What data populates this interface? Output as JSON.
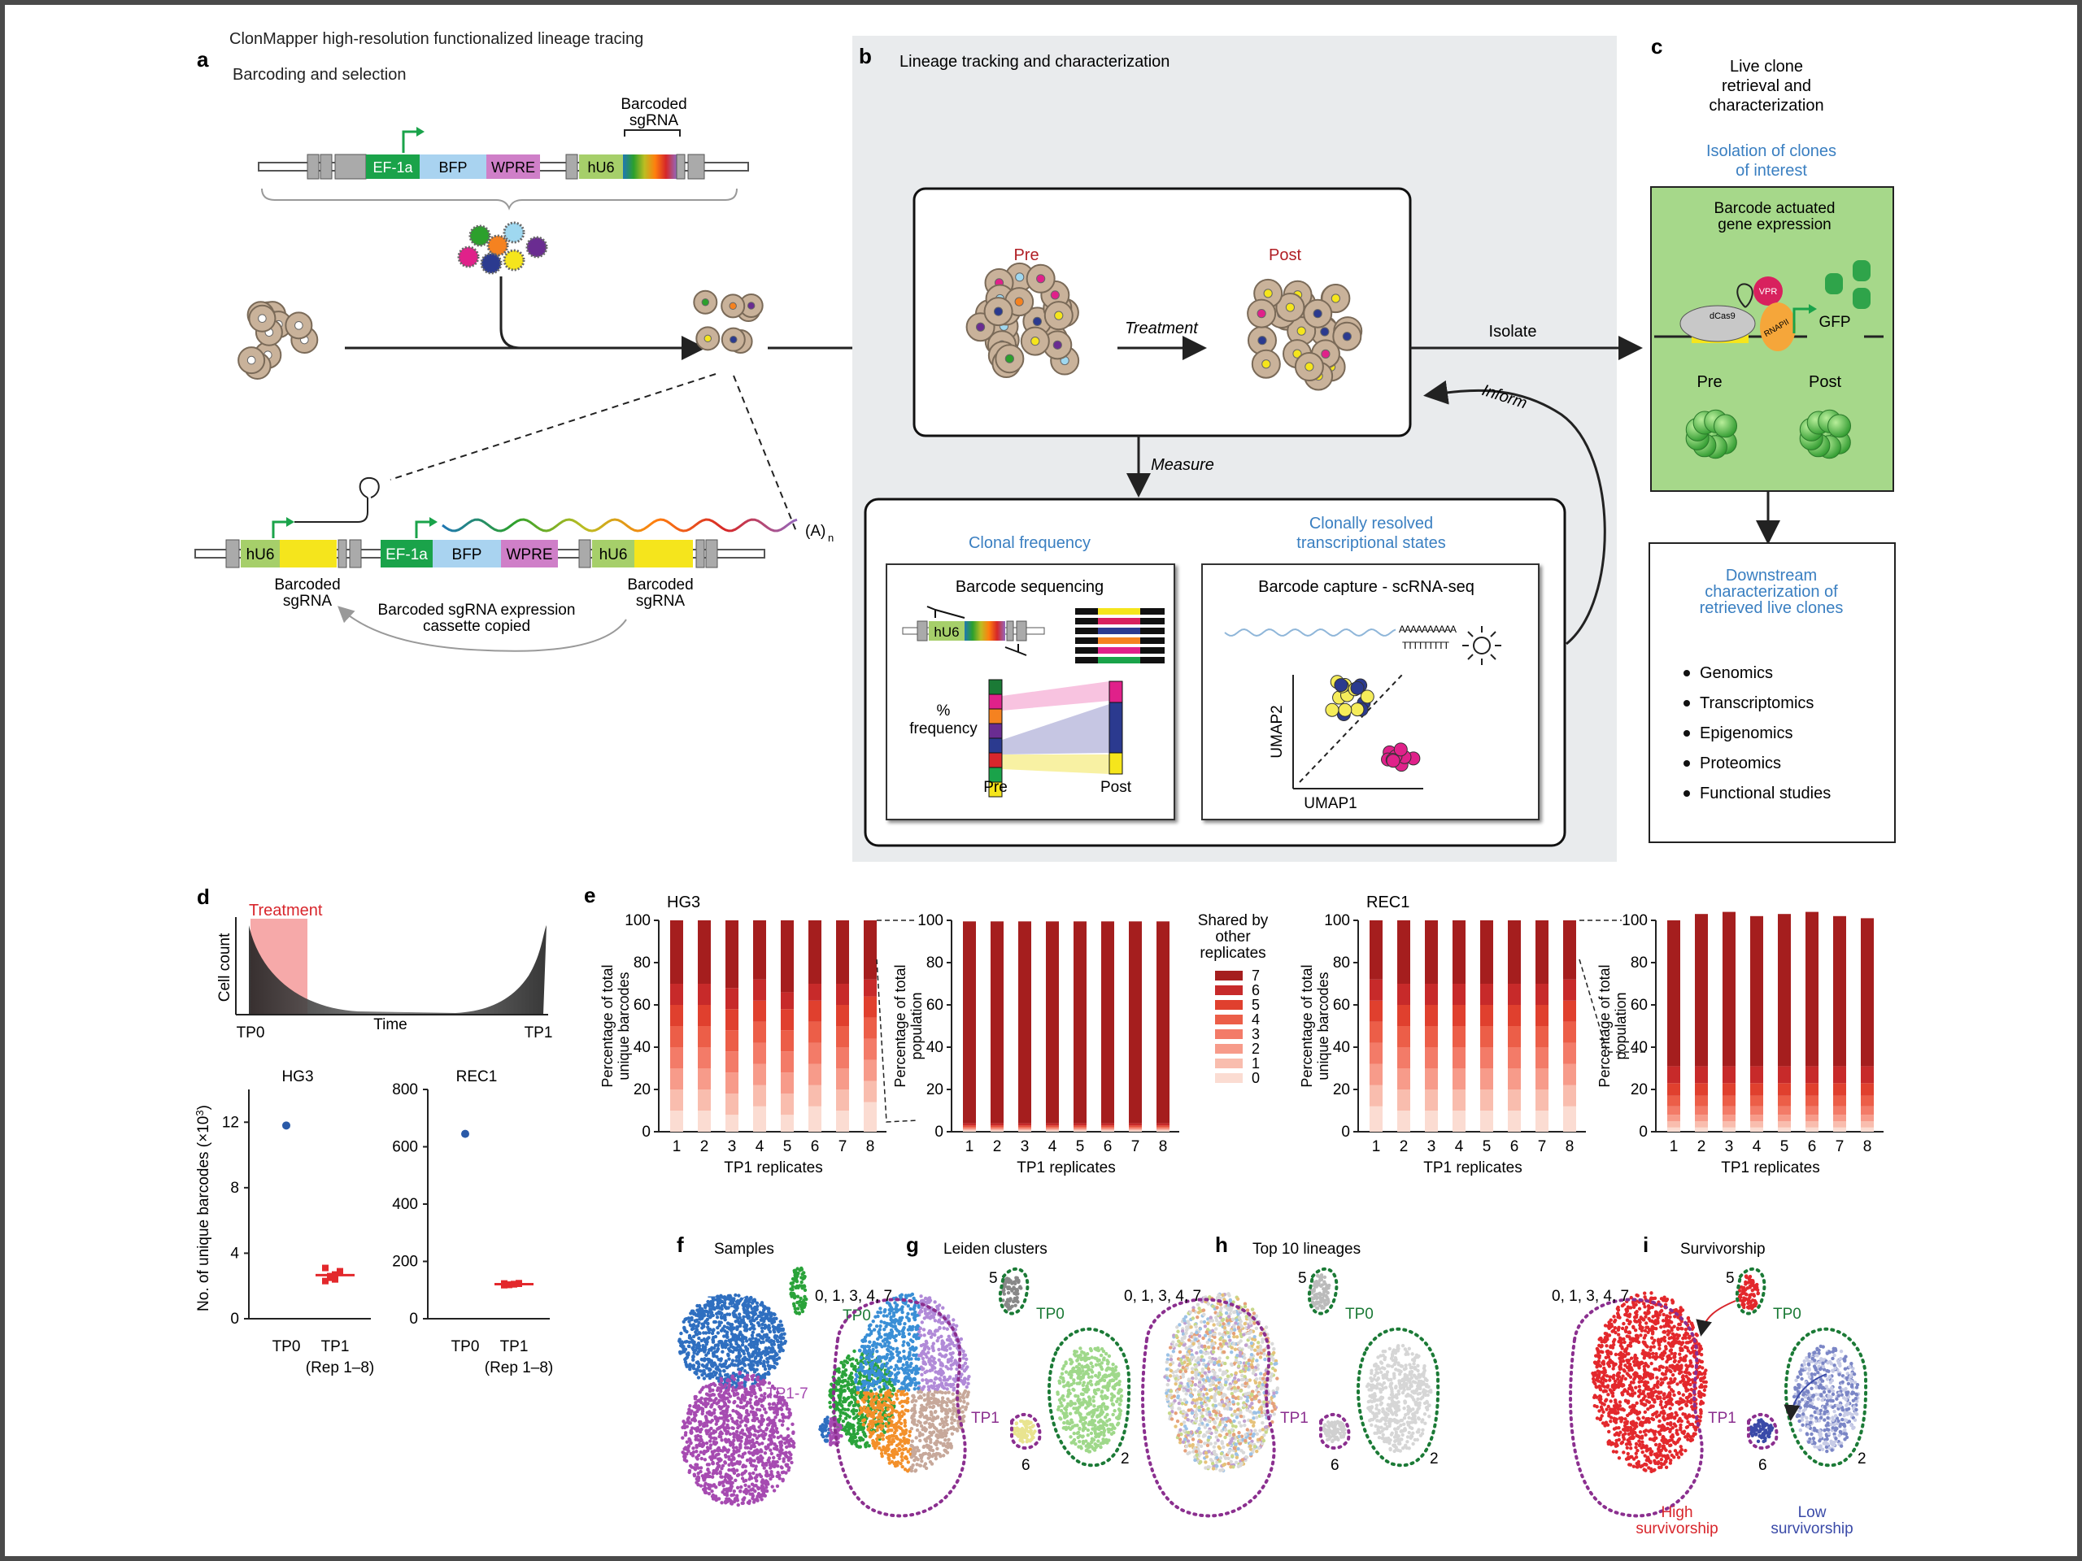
{
  "header": {
    "title": "ClonMapper high-resolution functionalized lineage tracing",
    "subtitle": "Barcoding and selection"
  },
  "panel_letters": {
    "a": "a",
    "b": "b",
    "c": "c",
    "d": "d",
    "e": "e",
    "f": "f",
    "g": "g",
    "h": "h",
    "i": "i"
  },
  "panel_a": {
    "barcoded_sgrna_label": [
      "Barcoded",
      "sgRNA"
    ],
    "construct": [
      "EF-1a",
      "BFP",
      "WPRE",
      "hU6"
    ],
    "lower_construct": [
      "hU6",
      "EF-1a",
      "BFP",
      "WPRE",
      "hU6"
    ],
    "barcoded_left": [
      "Barcoded",
      "sgRNA"
    ],
    "barcoded_right": [
      "Barcoded",
      "sgRNA"
    ],
    "copied_label": [
      "Barcoded sgRNA expression",
      "cassette copied"
    ],
    "polya": "(A)",
    "polya_sub": "n"
  },
  "panel_b": {
    "title": "Lineage tracking and characterization",
    "pre": "Pre",
    "post": "Post",
    "treatment": "Treatment",
    "measure": "Measure",
    "inform": "Inform",
    "isolate": "Isolate",
    "clonal_frequency": "Clonal frequency",
    "clonally_resolved": [
      "Clonally resolved",
      "transcriptional states"
    ],
    "barcode_sequencing": "Barcode sequencing",
    "hu6": "hU6",
    "pct_frequency": [
      "%",
      "frequency"
    ],
    "alluvial_pre": "Pre",
    "alluvial_post": "Post",
    "barcode_capture": "Barcode capture - scRNA-seq",
    "polya_text": "AAAAAAAAAA",
    "polyt_text": "TTTTTTTTT",
    "umap1": "UMAP1",
    "umap2": "UMAP2"
  },
  "panel_c": {
    "title": [
      "Live clone",
      "retrieval and",
      "characterization"
    ],
    "isolation": [
      "Isolation of clones",
      "of interest"
    ],
    "box_title": [
      "Barcode actuated",
      "gene expression"
    ],
    "vpr": "VPR",
    "dcas9": "dCas9",
    "rnap": "RNAPII",
    "gfp": "GFP",
    "pre": "Pre",
    "post": "Post",
    "downstream": [
      "Downstream",
      "characterization of",
      "retrieved live clones"
    ],
    "list": [
      "Genomics",
      "Transcriptomics",
      "Epigenomics",
      "Proteomics",
      "Functional studies"
    ]
  },
  "panel_d": {
    "treatment": "Treatment",
    "ylabel": "Cell count",
    "xlabel": "Time",
    "tp0": "TP0",
    "tp1": "TP1",
    "yaxis_label": "No. of unique barcodes (×10",
    "yaxis_sup": "3",
    "yaxis_close": ")",
    "hg3": {
      "title": "HG3",
      "ticks": [
        "0",
        "4",
        "8",
        "12"
      ],
      "tp0_value": 11.8,
      "tp1_values": [
        2.3,
        2.5,
        2.7,
        2.9,
        3.1,
        2.6,
        2.4,
        2.8
      ],
      "xt": [
        "TP0",
        "TP1"
      ],
      "rep": "(Rep 1–8)"
    },
    "rec1": {
      "title": "REC1",
      "ticks": [
        "0",
        "200",
        "400",
        "600",
        "800"
      ],
      "tp0_value": 645,
      "tp1_values": [
        117,
        119,
        121,
        122,
        123,
        118,
        120,
        124
      ],
      "xt": [
        "TP0",
        "TP1"
      ],
      "rep": "(Rep 1–8)"
    }
  },
  "panel_e": {
    "hg3_title": "HG3",
    "rec1_title": "REC1",
    "ylabel_left": [
      "Percentage of total",
      "unique barcodes"
    ],
    "ylabel_right": [
      "Percentage of total",
      "population"
    ],
    "xlabel": "TP1 replicates",
    "legend_title": [
      "Shared by",
      "other",
      "replicates"
    ],
    "yticks": [
      "0",
      "20",
      "40",
      "60",
      "80",
      "100"
    ],
    "xticks": [
      "1",
      "2",
      "3",
      "4",
      "5",
      "6",
      "7",
      "8"
    ]
  },
  "chart_data": [
    {
      "type": "bar",
      "title": "HG3",
      "xlabel": "TP1 replicates",
      "ylabel": "Percentage of total unique barcodes",
      "ylim": [
        0,
        100
      ],
      "stacked": true,
      "categories": [
        "1",
        "2",
        "3",
        "4",
        "5",
        "6",
        "7",
        "8"
      ],
      "series": [
        {
          "name": "0",
          "values": [
            10,
            10,
            8,
            12,
            8,
            12,
            10,
            14
          ]
        },
        {
          "name": "1",
          "values": [
            10,
            10,
            10,
            10,
            10,
            10,
            10,
            10
          ]
        },
        {
          "name": "2",
          "values": [
            10,
            10,
            10,
            10,
            10,
            10,
            10,
            10
          ]
        },
        {
          "name": "3",
          "values": [
            10,
            10,
            10,
            10,
            10,
            10,
            10,
            10
          ]
        },
        {
          "name": "4",
          "values": [
            10,
            10,
            10,
            10,
            10,
            10,
            10,
            10
          ]
        },
        {
          "name": "5",
          "values": [
            10,
            10,
            10,
            10,
            10,
            10,
            10,
            10
          ]
        },
        {
          "name": "6",
          "values": [
            10,
            10,
            10,
            10,
            8,
            8,
            10,
            8
          ]
        },
        {
          "name": "7",
          "values": [
            30,
            30,
            32,
            28,
            34,
            30,
            30,
            28
          ]
        }
      ]
    },
    {
      "type": "bar",
      "title": "HG3",
      "xlabel": "TP1 replicates",
      "ylabel": "Percentage of total population",
      "ylim": [
        0,
        100
      ],
      "stacked": true,
      "categories": [
        "1",
        "2",
        "3",
        "4",
        "5",
        "6",
        "7",
        "8"
      ],
      "series": [
        {
          "name": "0",
          "values": [
            0.5,
            0.5,
            0.5,
            0.5,
            0.5,
            0.5,
            0.5,
            0.5
          ]
        },
        {
          "name": "1",
          "values": [
            0.5,
            0.5,
            0.5,
            0.5,
            0.5,
            0.5,
            0.5,
            0.5
          ]
        },
        {
          "name": "2",
          "values": [
            0.5,
            0.5,
            0.5,
            0.5,
            0.5,
            0.5,
            0.5,
            0.5
          ]
        },
        {
          "name": "3",
          "values": [
            0.5,
            0.5,
            0.5,
            0.5,
            0.5,
            0.5,
            0.5,
            0.5
          ]
        },
        {
          "name": "4",
          "values": [
            0.5,
            0.5,
            0.5,
            0.5,
            0.5,
            0.5,
            0.5,
            0.5
          ]
        },
        {
          "name": "5",
          "values": [
            0.5,
            0.5,
            0.5,
            0.5,
            0.5,
            0.5,
            0.5,
            0.5
          ]
        },
        {
          "name": "6",
          "values": [
            1,
            1,
            1,
            1,
            1,
            1,
            1,
            1
          ]
        },
        {
          "name": "7",
          "values": [
            95.5,
            95.5,
            95.5,
            95.5,
            95.5,
            95.5,
            95.5,
            95.5
          ]
        }
      ]
    },
    {
      "type": "bar",
      "title": "REC1",
      "xlabel": "TP1 replicates",
      "ylabel": "Percentage of total unique barcodes",
      "ylim": [
        0,
        100
      ],
      "stacked": true,
      "categories": [
        "1",
        "2",
        "3",
        "4",
        "5",
        "6",
        "7",
        "8"
      ],
      "series": [
        {
          "name": "0",
          "values": [
            12,
            10,
            10,
            10,
            10,
            10,
            10,
            12
          ]
        },
        {
          "name": "1",
          "values": [
            10,
            10,
            10,
            10,
            10,
            10,
            10,
            10
          ]
        },
        {
          "name": "2",
          "values": [
            10,
            10,
            10,
            10,
            10,
            10,
            10,
            10
          ]
        },
        {
          "name": "3",
          "values": [
            10,
            10,
            10,
            10,
            10,
            10,
            10,
            10
          ]
        },
        {
          "name": "4",
          "values": [
            10,
            10,
            10,
            10,
            10,
            10,
            10,
            10
          ]
        },
        {
          "name": "5",
          "values": [
            10,
            10,
            10,
            10,
            10,
            10,
            10,
            10
          ]
        },
        {
          "name": "6",
          "values": [
            10,
            10,
            10,
            10,
            10,
            10,
            10,
            10
          ]
        },
        {
          "name": "7",
          "values": [
            28,
            30,
            30,
            30,
            30,
            30,
            30,
            28
          ]
        }
      ]
    },
    {
      "type": "bar",
      "title": "REC1",
      "xlabel": "TP1 replicates",
      "ylabel": "Percentage of total population",
      "ylim": [
        0,
        100
      ],
      "stacked": true,
      "categories": [
        "1",
        "2",
        "3",
        "4",
        "5",
        "6",
        "7",
        "8"
      ],
      "series": [
        {
          "name": "0",
          "values": [
            2,
            2,
            2,
            2,
            2,
            2,
            2,
            2
          ]
        },
        {
          "name": "1",
          "values": [
            3,
            3,
            3,
            3,
            3,
            3,
            3,
            3
          ]
        },
        {
          "name": "2",
          "values": [
            3,
            3,
            3,
            3,
            3,
            3,
            3,
            3
          ]
        },
        {
          "name": "3",
          "values": [
            4,
            4,
            4,
            4,
            4,
            4,
            4,
            4
          ]
        },
        {
          "name": "4",
          "values": [
            5,
            5,
            5,
            5,
            5,
            5,
            5,
            5
          ]
        },
        {
          "name": "5",
          "values": [
            6,
            6,
            6,
            6,
            6,
            6,
            6,
            6
          ]
        },
        {
          "name": "6",
          "values": [
            8,
            8,
            8,
            8,
            8,
            8,
            8,
            8
          ]
        },
        {
          "name": "7",
          "values": [
            69,
            72,
            73,
            71,
            72,
            73,
            71,
            70
          ]
        }
      ]
    }
  ],
  "legend": {
    "items": [
      "7",
      "6",
      "5",
      "4",
      "3",
      "2",
      "1",
      "0"
    ],
    "colors": [
      "#a51e1e",
      "#c72a2a",
      "#e0402e",
      "#ec5e48",
      "#f37b68",
      "#f79b8a",
      "#f9bdae",
      "#fbdcd2"
    ]
  },
  "panel_f": {
    "title": "Samples",
    "tp1_1": "TP1-1",
    "tp1_7": "TP1-7",
    "tp0": "TP0"
  },
  "panel_g": {
    "title": "Leiden clusters",
    "clusters": "0, 1, 3, 4, 7",
    "c5": "5",
    "tp0": "TP0",
    "tp1": "TP1",
    "c2": "2",
    "c6": "6"
  },
  "panel_h": {
    "title": "Top 10 lineages",
    "clusters": "0, 1, 3, 4, 7",
    "c5": "5",
    "tp0": "TP0",
    "tp1": "TP1",
    "c2": "2",
    "c6": "6"
  },
  "panel_i": {
    "title": "Survivorship",
    "clusters": "0, 1, 3, 4, 7",
    "c5": "5",
    "tp0": "TP0",
    "tp1": "TP1",
    "c2": "2",
    "c6": "6",
    "high": [
      "High",
      "survivorship"
    ],
    "low": [
      "Low",
      "survivorship"
    ]
  },
  "colors": {
    "green": "#1aa34a",
    "lightblue": "#a9d3f0",
    "pink": "#cf7fc8",
    "yellow": "#f5e51c",
    "tanCell": "#c9b29a",
    "blueTitle": "#3a7fc1",
    "darkred": "#b01e24",
    "purple": "#8b2f8f",
    "dkgreen": "#1b7a36",
    "gray_bg": "#e9ebed"
  }
}
